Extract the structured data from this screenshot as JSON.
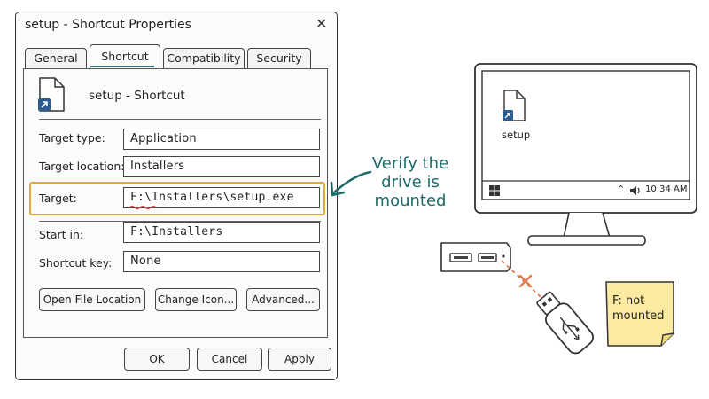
{
  "dialog": {
    "title": "setup - Shortcut Properties",
    "close_icon": "close-icon",
    "tabs": [
      {
        "label": "General"
      },
      {
        "label": "Shortcut"
      },
      {
        "label": "Compatibility"
      },
      {
        "label": "Security"
      }
    ],
    "active_tab": "Shortcut",
    "shortcut_name": "setup - Shortcut",
    "fields": {
      "target_type": {
        "label": "Target type:",
        "value": "Application"
      },
      "target_location": {
        "label": "Target location:",
        "value": "Installers"
      },
      "target": {
        "label": "Target:",
        "value": "F:\\Installers\\setup.exe"
      },
      "start_in": {
        "label": "Start in:",
        "value": "F:\\Installers"
      },
      "shortcut_key": {
        "label": "Shortcut key:",
        "value": "None"
      }
    },
    "buttons": {
      "open_file_location": "Open File Location",
      "change_icon": "Change Icon...",
      "advanced": "Advanced...",
      "ok": "OK",
      "cancel": "Cancel",
      "apply": "Apply"
    },
    "highlight_color": "#e3a93a"
  },
  "annotation": {
    "text_line1": "Verify the",
    "text_line2": "drive is",
    "text_line3": "mounted",
    "color": "#1f6b6b"
  },
  "monitor": {
    "desktop_icon_label": "setup",
    "clock": "10:34 AM"
  },
  "usb": {
    "status_color": "#e07a4f"
  },
  "sticky_note": {
    "line1": "F: not",
    "line2": "mounted",
    "color": "#fbeaa0"
  }
}
